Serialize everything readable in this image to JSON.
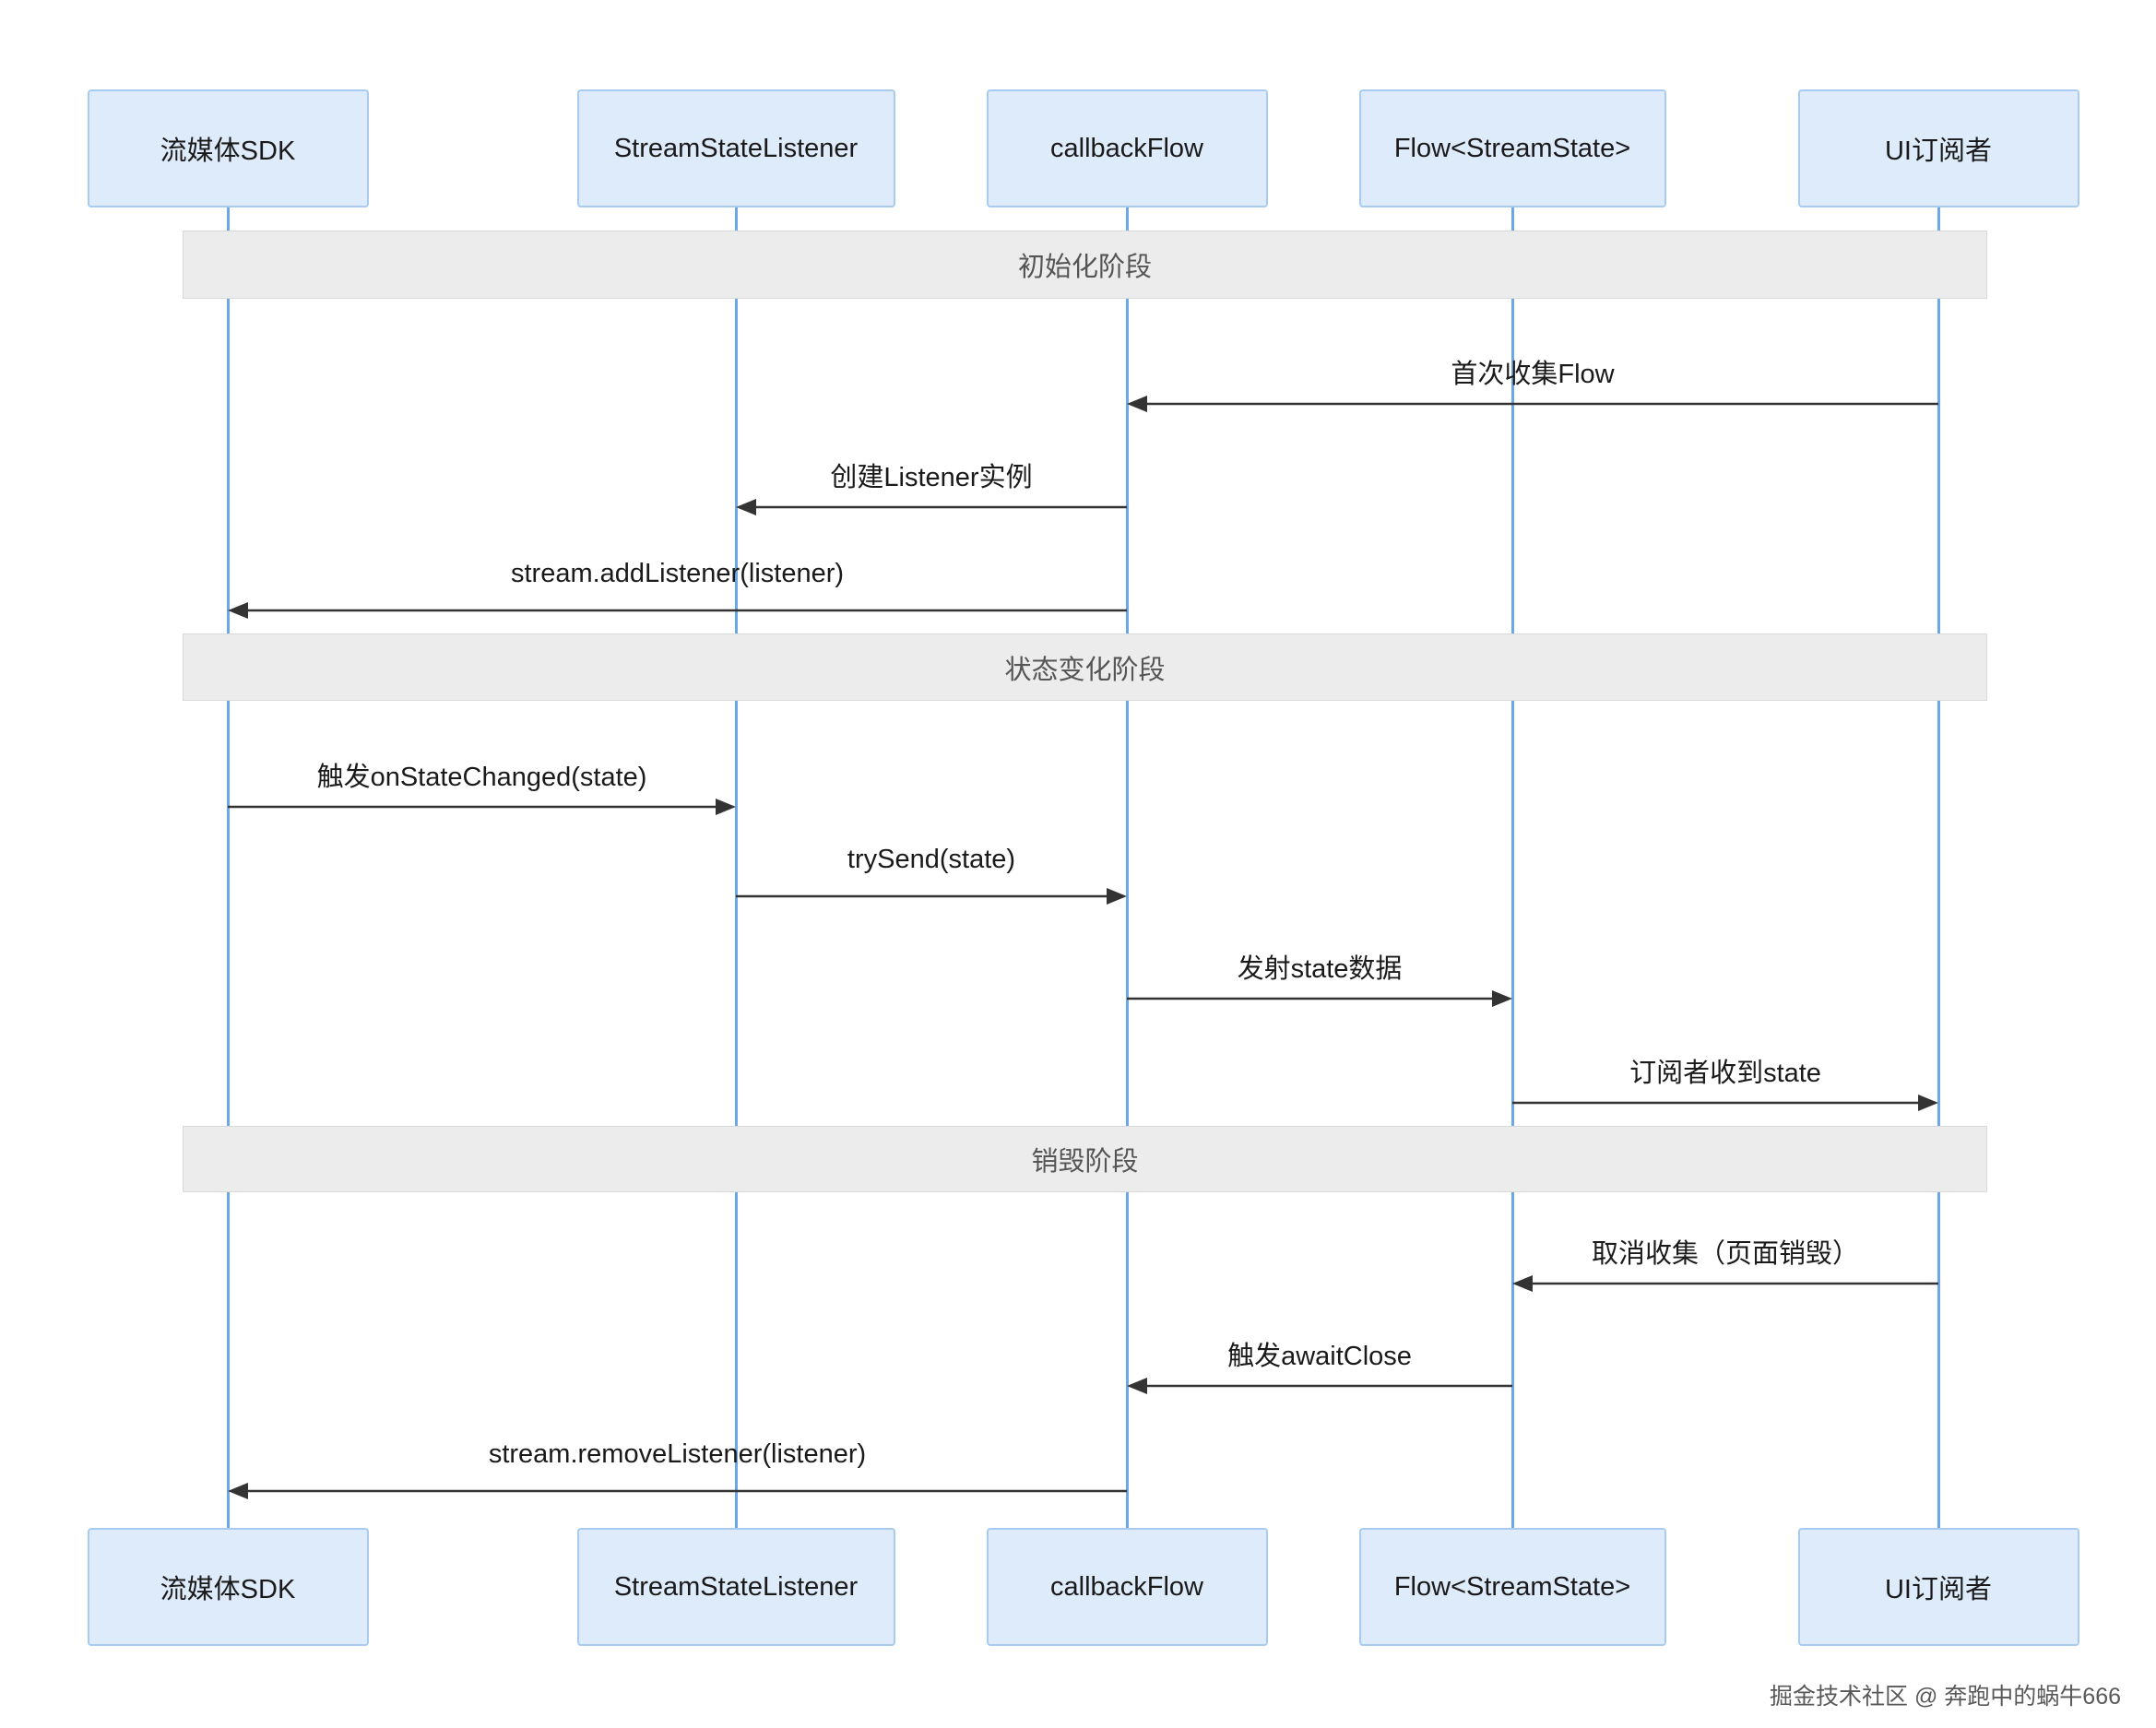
{
  "diagram": {
    "participants": [
      {
        "label": "流媒体SDK"
      },
      {
        "label": "StreamStateListener"
      },
      {
        "label": "callbackFlow"
      },
      {
        "label": "Flow<StreamState>"
      },
      {
        "label": "UI订阅者"
      }
    ],
    "phases": [
      {
        "label": "初始化阶段"
      },
      {
        "label": "状态变化阶段"
      },
      {
        "label": "销毁阶段"
      }
    ],
    "messages": [
      {
        "label": "首次收集Flow",
        "from": 4,
        "to": 2,
        "phase": 0
      },
      {
        "label": "创建Listener实例",
        "from": 2,
        "to": 1,
        "phase": 0
      },
      {
        "label": "stream.addListener(listener)",
        "from": 2,
        "to": 0,
        "phase": 0
      },
      {
        "label": "触发onStateChanged(state)",
        "from": 0,
        "to": 1,
        "phase": 1
      },
      {
        "label": "trySend(state)",
        "from": 1,
        "to": 2,
        "phase": 1
      },
      {
        "label": "发射state数据",
        "from": 2,
        "to": 3,
        "phase": 1
      },
      {
        "label": "订阅者收到state",
        "from": 3,
        "to": 4,
        "phase": 1
      },
      {
        "label": "取消收集（页面销毁）",
        "from": 4,
        "to": 3,
        "phase": 2
      },
      {
        "label": "触发awaitClose",
        "from": 3,
        "to": 2,
        "phase": 2
      },
      {
        "label": "stream.removeListener(listener)",
        "from": 2,
        "to": 0,
        "phase": 2
      }
    ]
  },
  "watermark": "掘金技术社区 @ 奔跑中的蜗牛666",
  "colors": {
    "bg": "#ffffff",
    "participant_fill": "#deebfa",
    "participant_border": "#a9cbf0",
    "lifeline": "#6ca8e8",
    "phase_fill": "#ececec",
    "phase_border": "#d9d9d9",
    "phase_text": "#555555",
    "arrow": "#333333",
    "text": "#1a1a1a",
    "watermark": "#595959"
  }
}
